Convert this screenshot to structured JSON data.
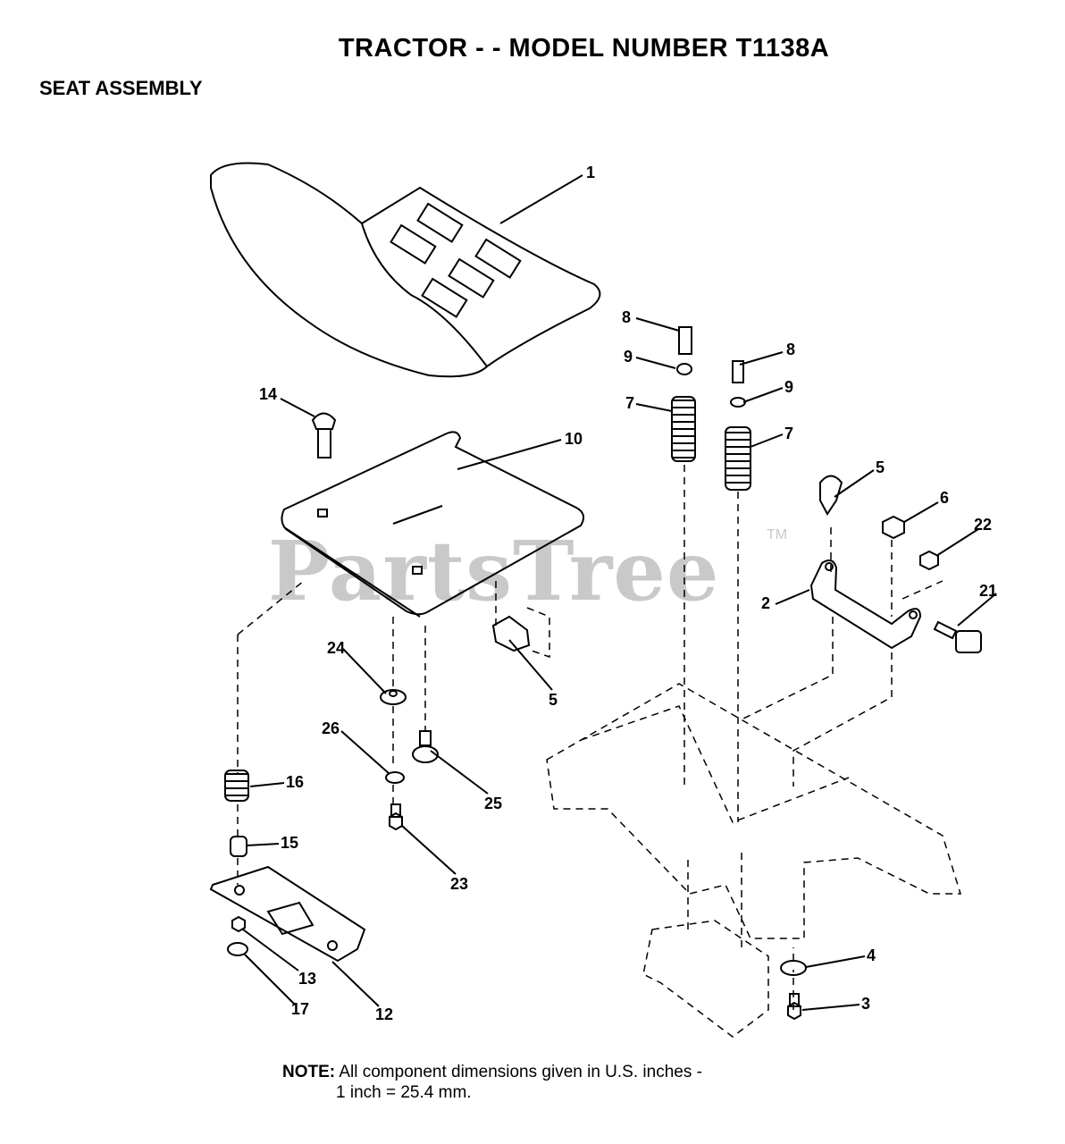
{
  "header": {
    "title": "TRACTOR - - MODEL NUMBER  T1138A",
    "subtitle": "SEAT ASSEMBLY"
  },
  "watermark": {
    "text": "PartsTree",
    "trademark": "TM"
  },
  "callouts": [
    "1",
    "8",
    "9",
    "8",
    "9",
    "7",
    "7",
    "14",
    "10",
    "5",
    "6",
    "22",
    "2",
    "21",
    "5",
    "24",
    "26",
    "25",
    "16",
    "15",
    "23",
    "4",
    "3",
    "13",
    "17",
    "12"
  ],
  "note": {
    "label": "NOTE:",
    "line1": "All component dimensions given in U.S. inches -",
    "line2": "1 inch = 25.4 mm."
  }
}
